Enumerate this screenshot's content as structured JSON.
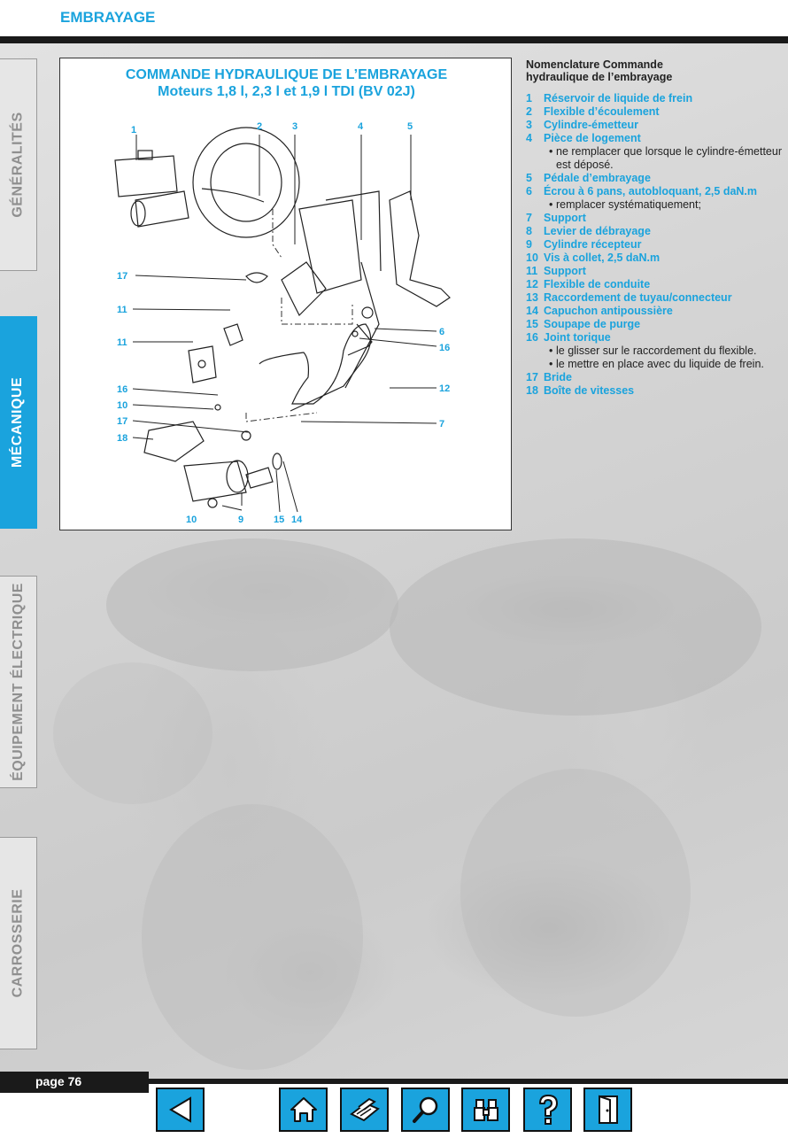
{
  "header": {
    "section_title": "EMBRAYAGE"
  },
  "sidebar": {
    "tabs": [
      {
        "label": "GÉNÉRALITÉS",
        "active": false
      },
      {
        "label": "MÉCANIQUE",
        "active": true
      },
      {
        "label": "ÉQUIPEMENT ÉLECTRIQUE",
        "active": false
      },
      {
        "label": "CARROSSERIE",
        "active": false
      }
    ]
  },
  "figure": {
    "title_line1": "COMMANDE HYDRAULIQUE DE L’EMBRAYAGE",
    "title_line2": "Moteurs 1,8 l, 2,3 l et 1,9 l TDI (BV 02J)",
    "callouts": [
      "1",
      "2",
      "3",
      "4",
      "5",
      "17",
      "11",
      "11",
      "6",
      "16",
      "16",
      "12",
      "10",
      "17",
      "7",
      "18",
      "10",
      "9",
      "15",
      "14"
    ]
  },
  "nomenclature": {
    "title_line1": "Nomenclature Commande",
    "title_line2": "hydraulique de l’embrayage",
    "items": [
      {
        "n": "1",
        "label": "Réservoir de liquide de frein"
      },
      {
        "n": "2",
        "label": "Flexible d’écoulement"
      },
      {
        "n": "3",
        "label": "Cylindre-émetteur"
      },
      {
        "n": "4",
        "label": "Pièce de logement"
      },
      {
        "note": "ne remplacer que lorsque le cylindre-émetteur est déposé."
      },
      {
        "n": "5",
        "label": "Pédale d’embrayage"
      },
      {
        "n": "6",
        "label": "Écrou à 6 pans, autobloquant, 2,5 daN.m"
      },
      {
        "note": "remplacer systématiquement;"
      },
      {
        "n": "7",
        "label": "Support"
      },
      {
        "n": "8",
        "label": "Levier de débrayage"
      },
      {
        "n": "9",
        "label": "Cylindre récepteur"
      },
      {
        "n": "10",
        "label": "Vis à collet, 2,5 daN.m"
      },
      {
        "n": "11",
        "label": "Support"
      },
      {
        "n": "12",
        "label": "Flexible de conduite"
      },
      {
        "n": "13",
        "label": "Raccordement de tuyau/connecteur"
      },
      {
        "n": "14",
        "label": "Capuchon antipoussière"
      },
      {
        "n": "15",
        "label": "Soupape de purge"
      },
      {
        "n": "16",
        "label": "Joint torique"
      },
      {
        "note": "le glisser sur le raccordement du flexible."
      },
      {
        "note": "le mettre en place avec du liquide de frein."
      },
      {
        "n": "17",
        "label": "Bride"
      },
      {
        "n": "18",
        "label": "Boîte de vitesses"
      }
    ]
  },
  "footer": {
    "page_label": "page 76",
    "nav_buttons": [
      "back-arrow-icon",
      "home-icon",
      "print-icon",
      "search-icon",
      "binoculars-icon",
      "help-icon",
      "exit-door-icon"
    ]
  },
  "colors": {
    "accent": "#1aa3dd",
    "dark": "#1a1a1a"
  }
}
